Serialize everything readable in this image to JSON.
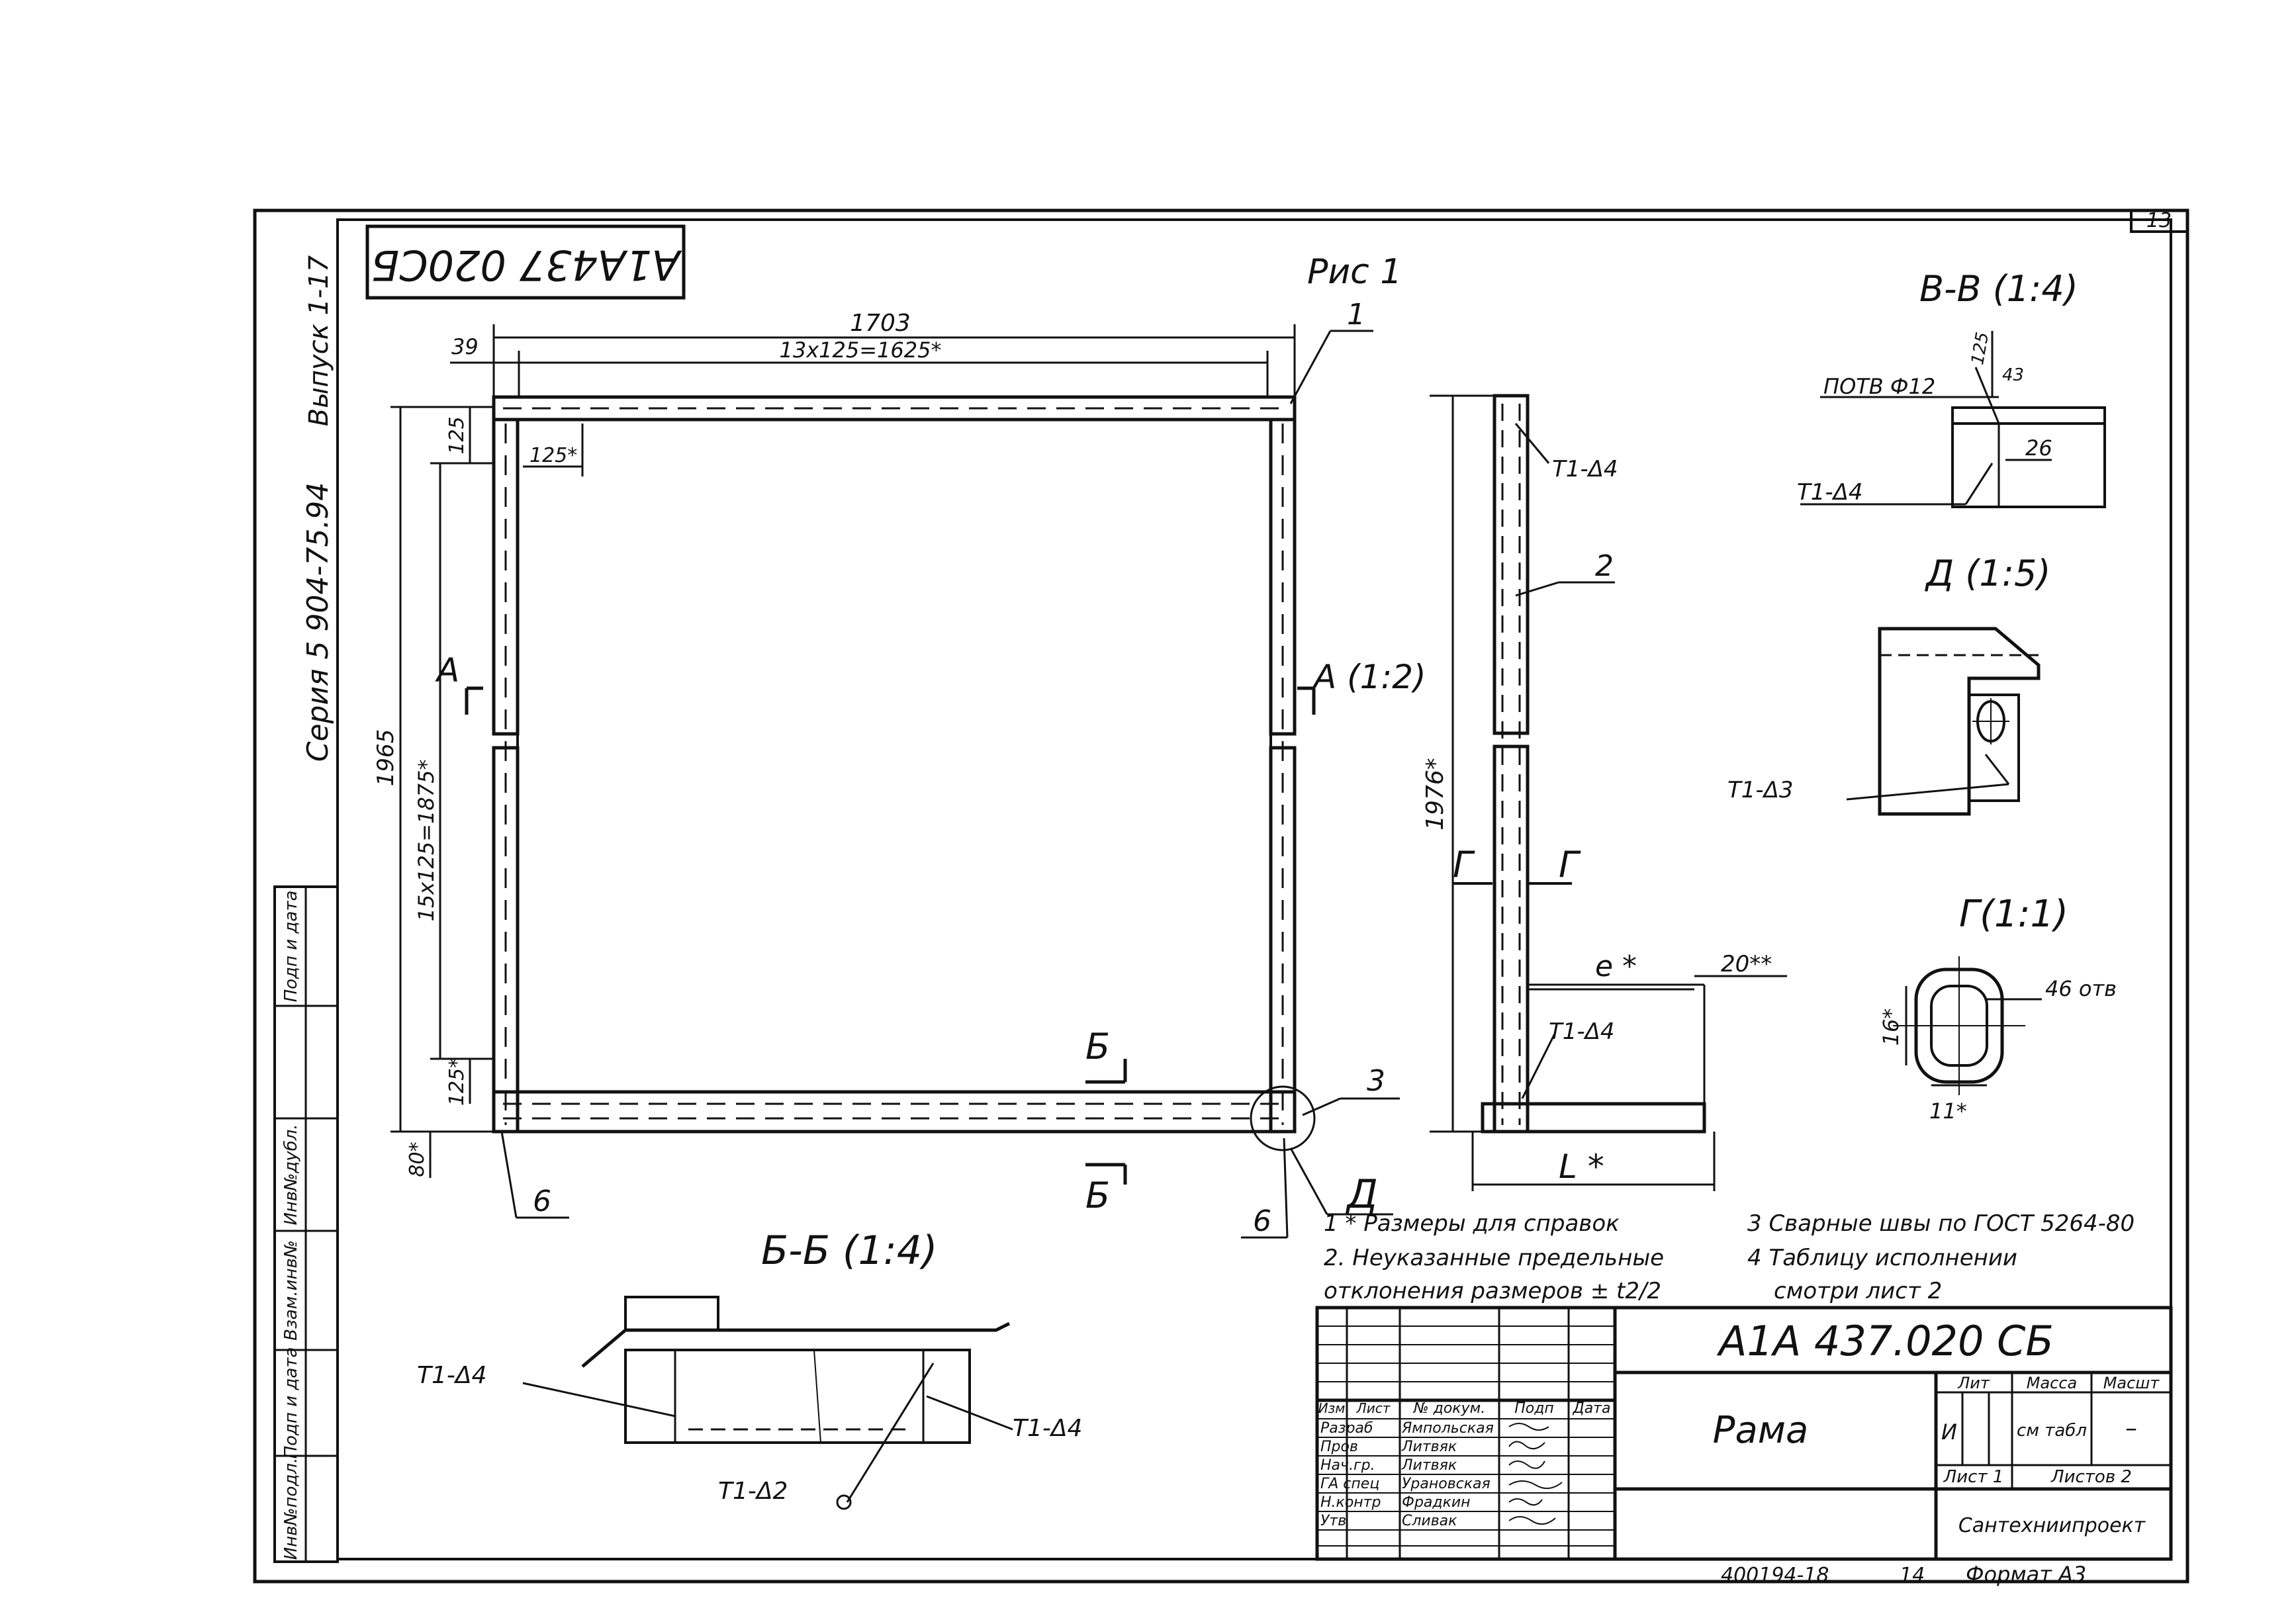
{
  "sheet_number": "13",
  "side_stamp": {
    "drawing_code_mirrored": "A1A437 020CБ",
    "series": "Серия 5 904-75.94",
    "issue": "Выпуск 1-17"
  },
  "left_stamp_columns": [
    "Инв№подл.",
    "Подп и дата",
    "Взам.инв№",
    "Инв№дубл.",
    "Подп и дата"
  ],
  "view_labels": {
    "fig": "Рис 1",
    "section_vv": "В-В (1:4)",
    "detail_d": "Д (1:5)",
    "view_g": "Г(1:1)",
    "section_bb": "Б-Б (1:4)",
    "section_a": "А",
    "section_a_scale": "А (1:2)",
    "cut_b": "Б",
    "cut_g": "Г",
    "detail_letter": "Д"
  },
  "dimensions": {
    "overall_width": "1703",
    "pitch_top": "13x125=1625*",
    "offset_39": "39",
    "dim_125": "125",
    "dim_125_star": "125*",
    "overall_height": "1965",
    "pitch_side": "15x125=1875*",
    "dim_80": "80*",
    "side_height": "1976*",
    "e_star": "e *",
    "dim_20": "20**",
    "l_star": "L *",
    "hole_text": "ПОТВ Ф12",
    "dim_43": "43",
    "dim_26": "26",
    "dim_46": "46 отв",
    "dim_16": "16*",
    "dim_11": "11*"
  },
  "welds": {
    "t1_4": "Т1-Δ4",
    "t1_3": "Т1-Δ3",
    "t1_2": "Т1-Δ2"
  },
  "position_numbers": [
    "1",
    "2",
    "3",
    "6",
    "6"
  ],
  "notes_left": [
    "1 * Размеры для справок",
    "2. Неуказанные предельные",
    "отклонения размеров ± t2/2"
  ],
  "notes_right": [
    "3 Сварные швы по ГОСТ 5264-80",
    "4 Таблицу исполнении",
    "смотри лист 2"
  ],
  "title_block": {
    "designation": "А1А 437.020 СБ",
    "title": "Рама",
    "column_headers": [
      "Изм",
      "Лист",
      "№ докум.",
      "Подп",
      "Дата"
    ],
    "roles": [
      "Разраб",
      "Пров",
      "Нач.гр.",
      "ГА спец",
      "Н.контр",
      "Утв"
    ],
    "names": [
      "Ямпольская",
      "Литвяк",
      "Литвяк",
      "Урановская",
      "Фрадкин",
      "Сливак"
    ],
    "lit_label": "Лит",
    "mass_label": "Масса",
    "scale_label": "Масшт",
    "lit_value": "И",
    "mass_value": "см табл",
    "scale_value": "–",
    "sheet_label": "Лист 1",
    "sheets_total": "Листов 2",
    "organization": "Сантехниипроект"
  },
  "footer": {
    "inventory_code": "400194-18",
    "copy_number": "14",
    "format_label": "Формат А3"
  }
}
